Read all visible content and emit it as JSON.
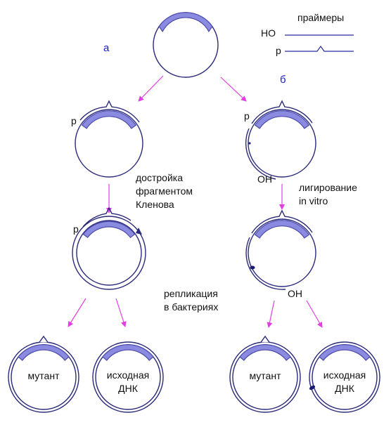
{
  "colors": {
    "strand": "#2a2a7a",
    "fragment_fill": "#8a8ae0",
    "fragment_stroke": "#4a4aa8",
    "arrow": "#e040e0",
    "path_label": "#1a1ad0",
    "primer_line": "#2a2aa0"
  },
  "legend": {
    "title": "праймеры",
    "ho_label": "HO",
    "p_label": "p"
  },
  "paths": {
    "a": "а",
    "b": "б"
  },
  "labels": {
    "p": "p",
    "oh": "OH",
    "klenow_line1": "достройка",
    "klenow_line2": "фрагментом",
    "klenow_line3": "Кленова",
    "ligation_line1": "лигирование",
    "ligation_line2": "in vitro",
    "replication_line1": "репликация",
    "replication_line2": "в бактериях",
    "mutant": "мутант",
    "original_line1": "исходная",
    "original_line2": "ДНК"
  }
}
